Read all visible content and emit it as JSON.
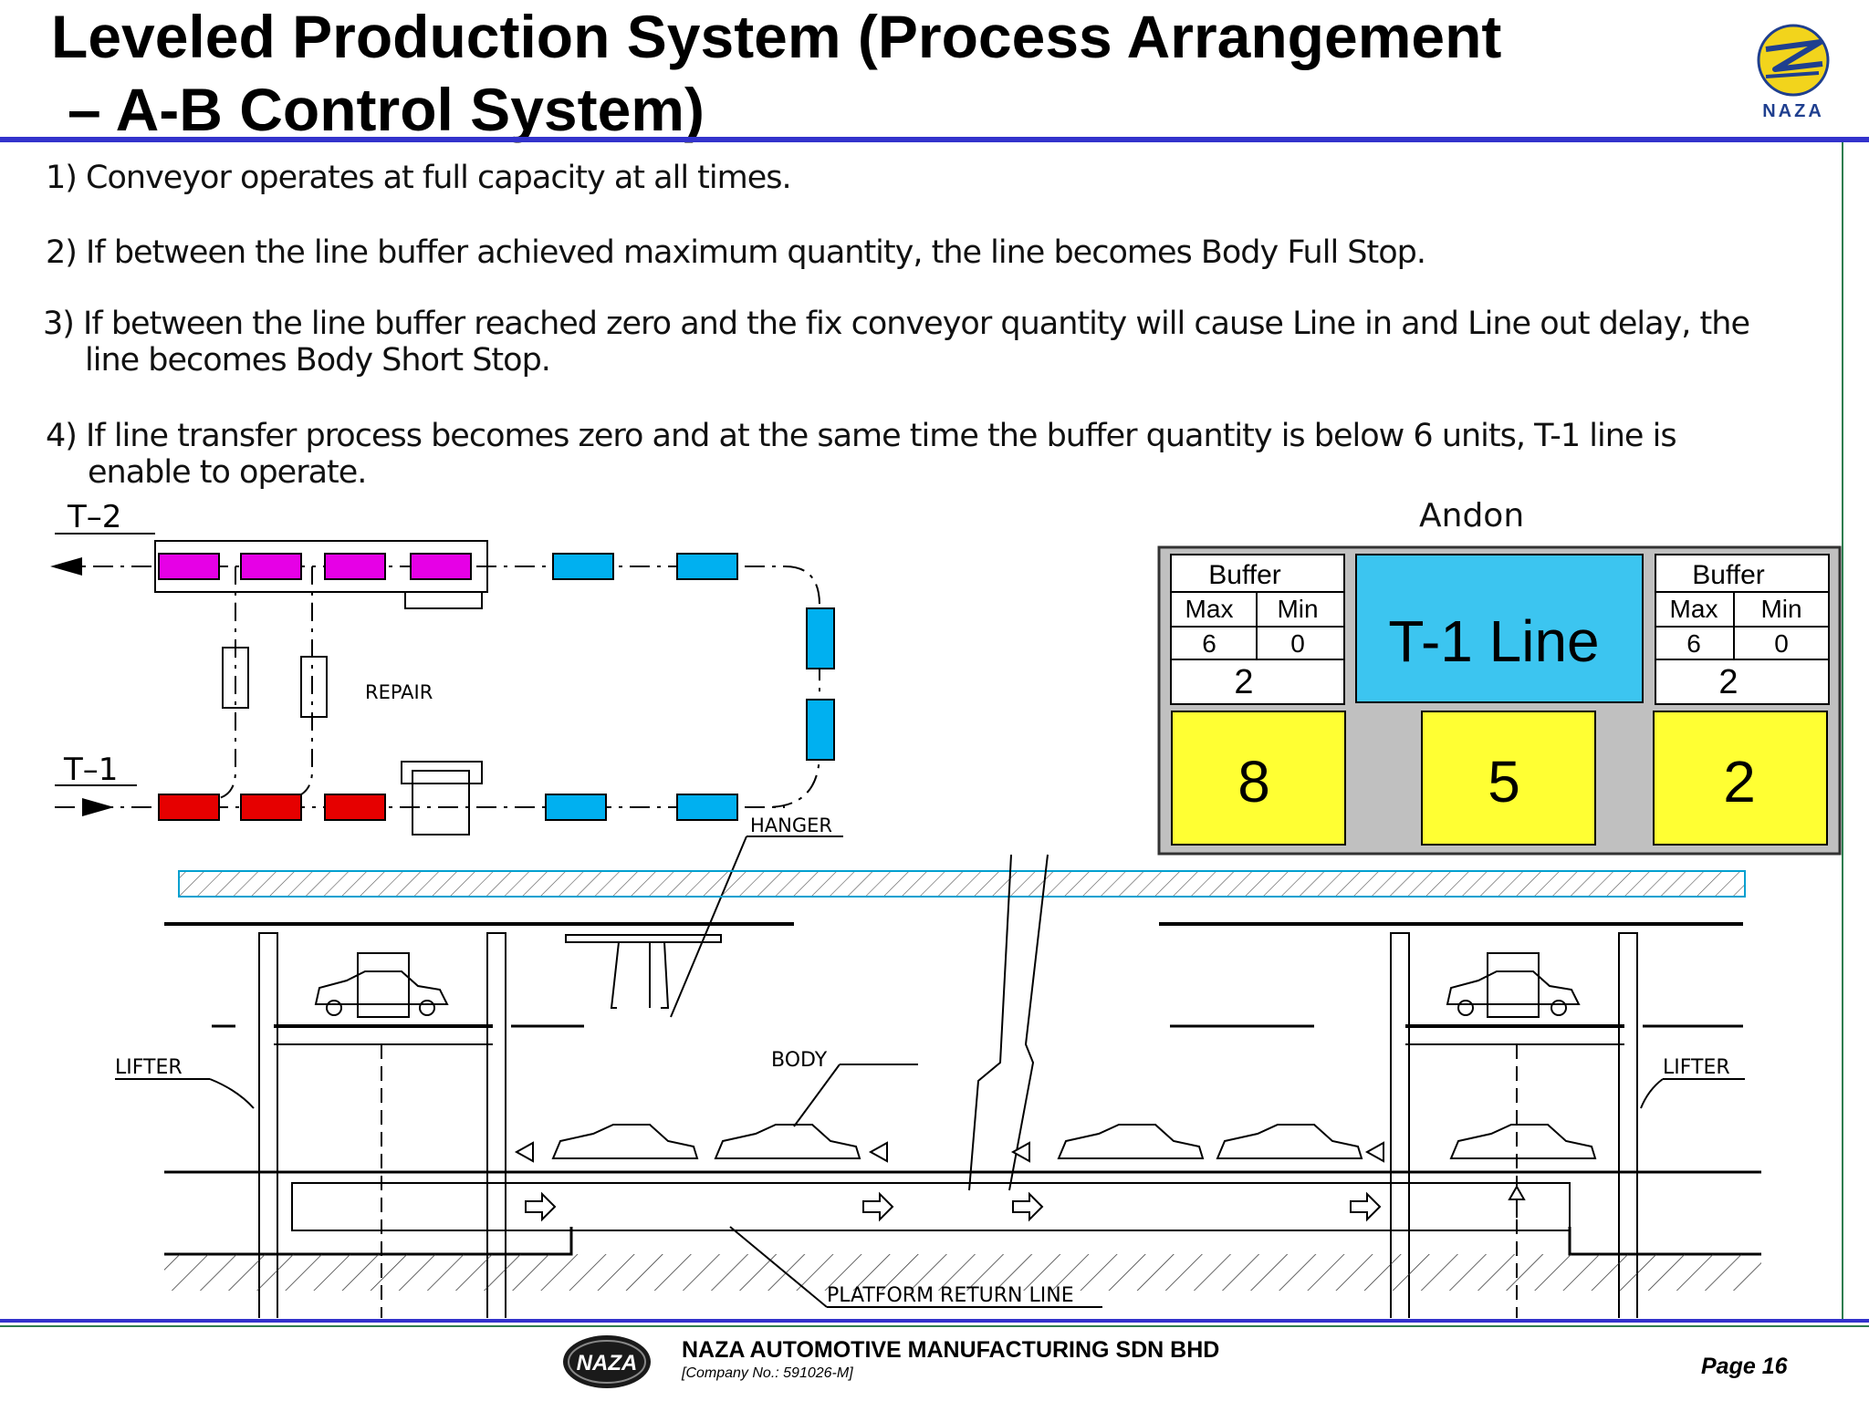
{
  "title": {
    "line1": "Leveled Production System (Process Arrangement",
    "line2": "– A-B Control System)"
  },
  "brand": {
    "logo_text": "NAZA",
    "accent": "#3333cc",
    "logo_yellow": "#f2d41c",
    "logo_blue": "#1f3f8f"
  },
  "points": [
    {
      "text": "1) Conveyor operates at full capacity at all times."
    },
    {
      "text": "2) If between the line buffer achieved maximum quantity, the line becomes Body Full Stop."
    },
    {
      "text": "3) If between the line buffer reached zero and the fix conveyor quantity will cause Line in and Line out delay, the",
      "cont": "line becomes Body Short Stop."
    },
    {
      "text": "4) If line transfer process becomes zero and at the same time the buffer quantity is below 6 units, T-1 line is",
      "cont": "enable to operate."
    }
  ],
  "layout_diagram": {
    "t2_label": "T–2",
    "t1_label": "T–1",
    "repair_label": "REPAIR",
    "hanger_label": "HANGER",
    "colors": {
      "t2_car": "#e600e6",
      "t1_car": "#e60000",
      "conveyor_car": "#00b0f0"
    }
  },
  "andon": {
    "title": "Andon",
    "line_label": "T-1 Line",
    "left_buffer": {
      "label": "Buffer",
      "max_label": "Max",
      "min_label": "Min",
      "max": "6",
      "min": "0",
      "value": "2"
    },
    "right_buffer": {
      "label": "Buffer",
      "max_label": "Max",
      "min_label": "Min",
      "max": "6",
      "min": "0",
      "value": "2"
    },
    "counters": [
      "8",
      "5",
      "2"
    ],
    "colors": {
      "panel": "#c0c0c0",
      "line_box": "#3cc5f0",
      "counter": "#ffff33"
    }
  },
  "cross_section": {
    "lifter_left": "LIFTER",
    "lifter_right": "LIFTER",
    "body_label": "BODY",
    "platform_label": "PLATFORM  RETURN LINE"
  },
  "footer": {
    "logo_text": "NAZA",
    "company": "NAZA AUTOMOTIVE MANUFACTURING SDN BHD",
    "company_no": "[Company No.: 591026-M]",
    "page": "Page 16"
  }
}
